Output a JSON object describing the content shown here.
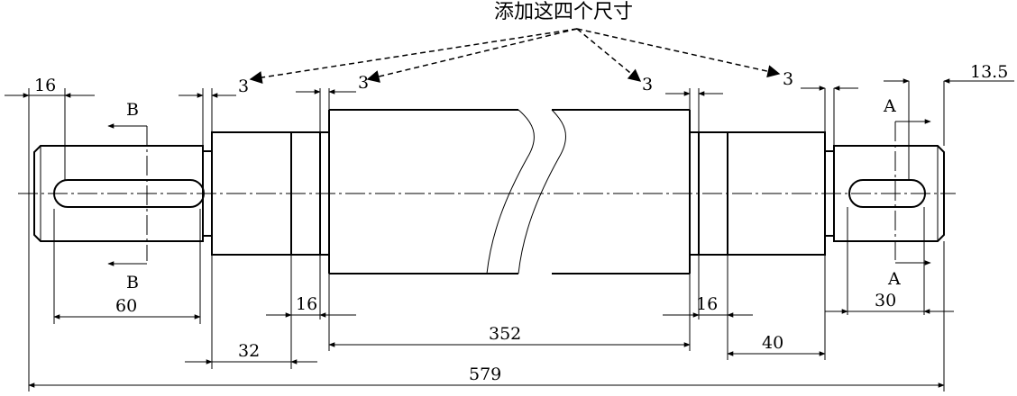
{
  "annotation": {
    "text": "添加这四个尺寸"
  },
  "dimensions": {
    "d16_left": "16",
    "d60": "60",
    "d32": "32",
    "d16_mid_left": "16",
    "d352": "352",
    "d16_mid_right": "16",
    "d40": "40",
    "d30": "30",
    "d13_5": "13.5",
    "d579": "579",
    "gap_a": "3",
    "gap_b": "3",
    "gap_c": "3",
    "gap_d": "3"
  },
  "section_marks": {
    "b_top": "B",
    "b_bottom": "B",
    "a_top": "A",
    "a_bottom": "A"
  }
}
